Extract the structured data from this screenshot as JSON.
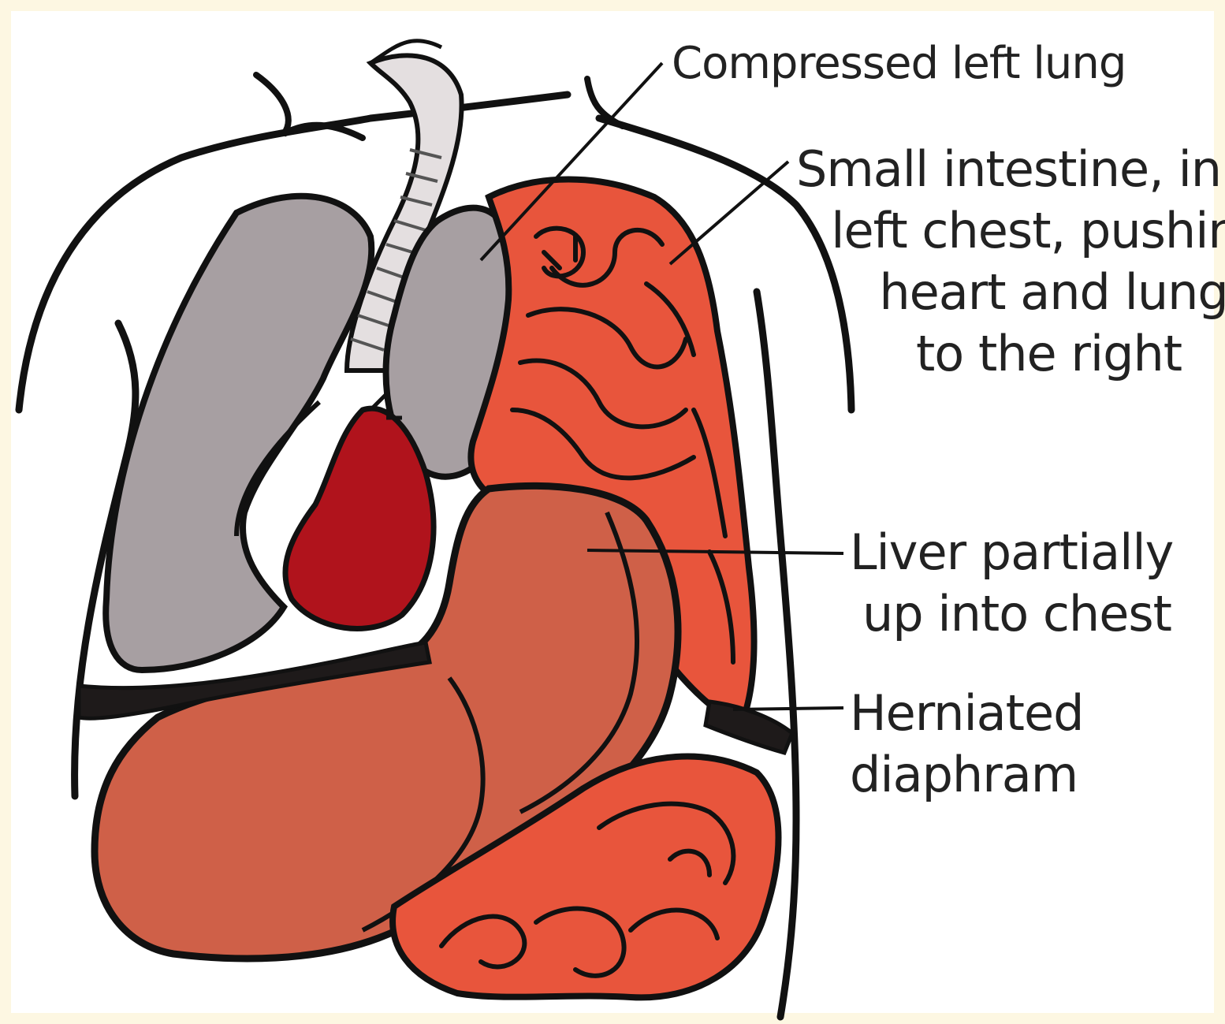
{
  "labels": {
    "compressed_left_lung": "Compressed left lung",
    "small_intestine": [
      "Small intestine, in",
      "left chest, pushing",
      "heart and lungs",
      "to the right"
    ],
    "liver": [
      "Liver partially",
      "up into chest"
    ],
    "herniated_diaphragm": [
      "Herniated",
      "diaphram"
    ]
  },
  "colors": {
    "outline": "#111111",
    "lung": "#a79fa2",
    "heart": "#b0131c",
    "liver": "#cf6048",
    "intestine": "#e8553c",
    "intestine_dark": "#c93e2a",
    "trachea": "#e4dfe0",
    "diaphragm": "#1e1a1a",
    "frame": "#fdf7e2",
    "background": "#ffffff"
  }
}
